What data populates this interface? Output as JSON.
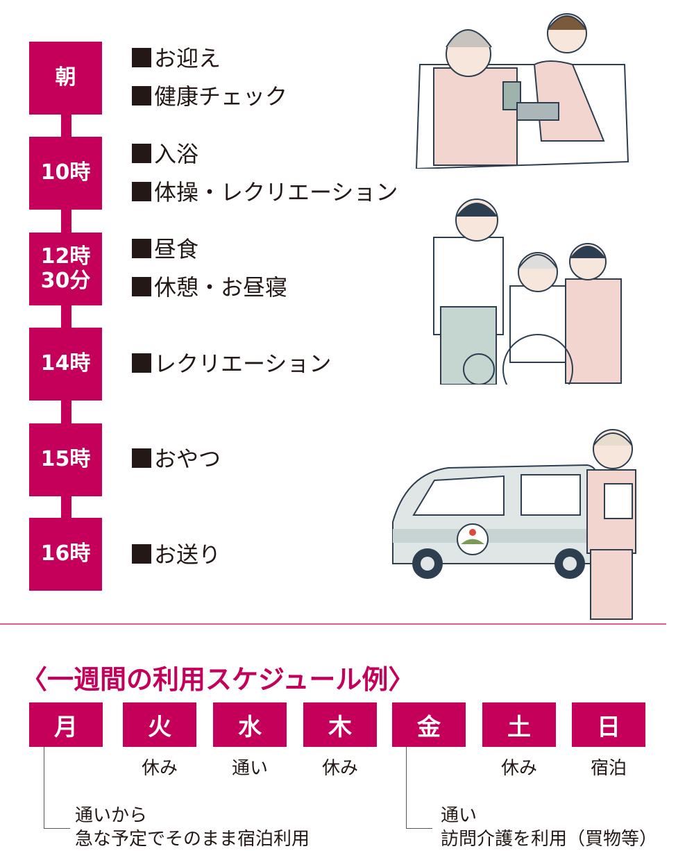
{
  "daily_schedule": [
    {
      "time": "朝",
      "activities": [
        "お迎え",
        "健康チェック"
      ]
    },
    {
      "time": "10時",
      "activities": [
        "入浴",
        "体操・レクリエーション"
      ]
    },
    {
      "time": "12時\n30分",
      "activities": [
        "昼食",
        "休憩・お昼寝"
      ]
    },
    {
      "time": "14時",
      "activities": [
        "レクリエーション"
      ]
    },
    {
      "time": "15時",
      "activities": [
        "おやつ"
      ]
    },
    {
      "time": "16時",
      "activities": [
        "お送り"
      ]
    }
  ],
  "weekly": {
    "title": "〈一週間の利用スケジュール例〉",
    "days": [
      {
        "day": "月",
        "label": ""
      },
      {
        "day": "火",
        "label": "休み"
      },
      {
        "day": "水",
        "label": "通い"
      },
      {
        "day": "木",
        "label": "休み"
      },
      {
        "day": "金",
        "label": ""
      },
      {
        "day": "土",
        "label": "休み"
      },
      {
        "day": "日",
        "label": "宿泊"
      }
    ],
    "notes": [
      {
        "line1": "通いから",
        "line2": "急な予定でそのまま宿泊利用"
      },
      {
        "line1": "通い",
        "line2": "訪問介護を利用（買物等）"
      }
    ]
  },
  "colors": {
    "accent": "#c4005a",
    "divider": "#e55a95",
    "text": "#231815"
  }
}
